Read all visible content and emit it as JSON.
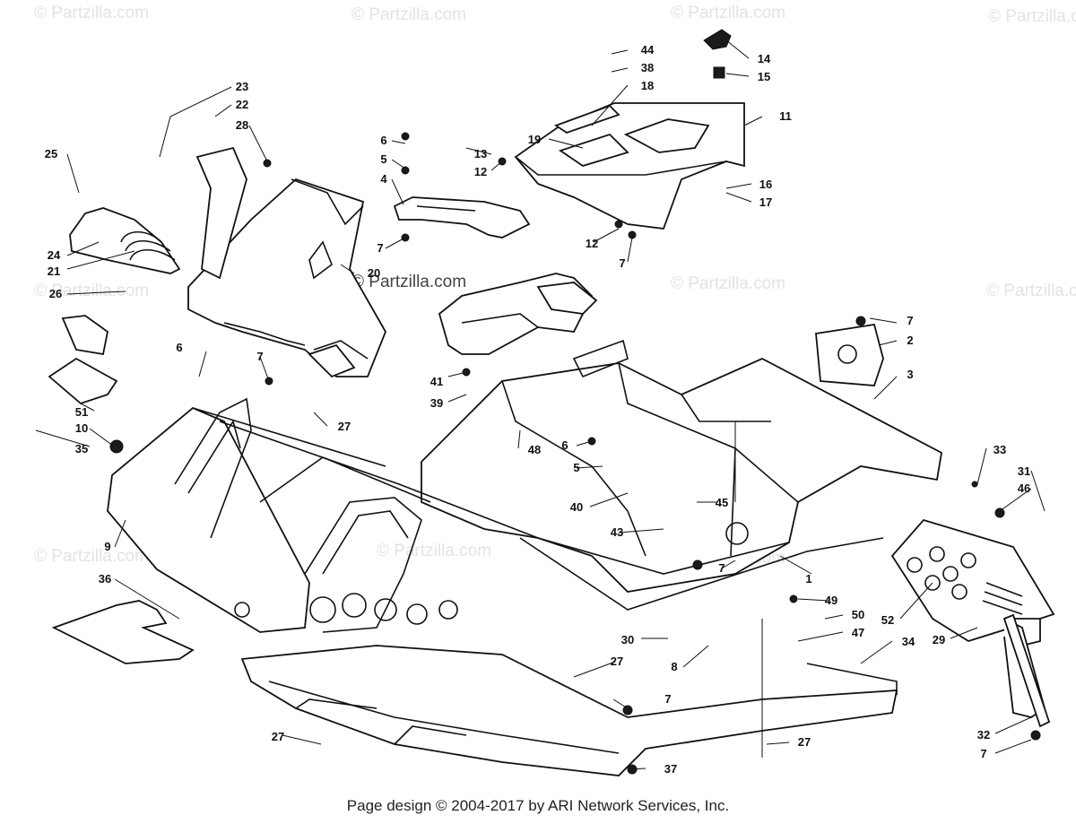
{
  "watermarks": [
    {
      "text": "© Partzilla.com"
    },
    {
      "text": "© Partzilla.com"
    },
    {
      "text": "© Partzilla.com"
    },
    {
      "text": "© Partzilla.com"
    },
    {
      "text": "© Partzilla.com"
    },
    {
      "text": "© Partzilla.com"
    },
    {
      "text": "© Partzilla.com"
    },
    {
      "text": "© Partzilla.com"
    },
    {
      "text": "© Partzilla.com"
    },
    {
      "text": "© Partzilla.com"
    },
    {
      "text": "© Partzilla.com"
    }
  ],
  "callouts": [
    "44",
    "38",
    "18",
    "14",
    "15",
    "11",
    "16",
    "17",
    "19",
    "13",
    "12",
    "12",
    "7",
    "6",
    "5",
    "4",
    "7",
    "23",
    "22",
    "28",
    "25",
    "24",
    "21",
    "26",
    "20",
    "2",
    "7",
    "3",
    "41",
    "39",
    "6",
    "7",
    "27",
    "51",
    "10",
    "35",
    "48",
    "6",
    "5",
    "40",
    "45",
    "43",
    "7",
    "1",
    "33",
    "31",
    "46",
    "9",
    "36",
    "49",
    "50",
    "47",
    "52",
    "29",
    "30",
    "8",
    "34",
    "27",
    "7",
    "27",
    "37",
    "27",
    "32",
    "7"
  ],
  "footer": "Page design © 2004-2017 by ARI Network Services, Inc."
}
